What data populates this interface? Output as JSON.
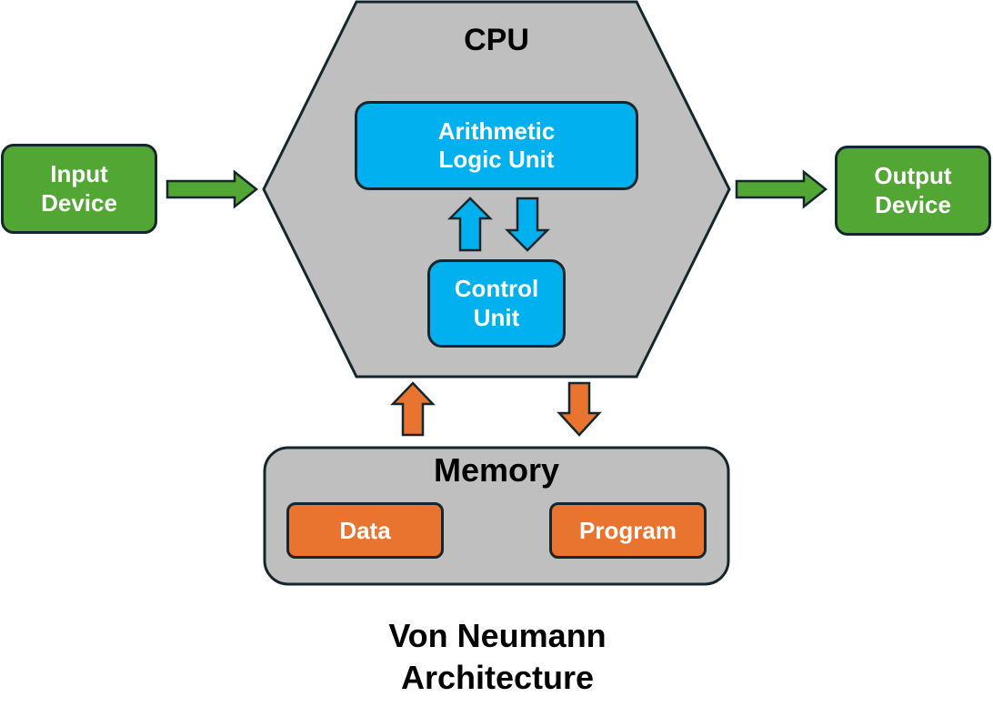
{
  "cpu": {
    "title": "CPU",
    "alu_label": "Arithmetic\nLogic Unit",
    "control_unit_label": "Control\nUnit"
  },
  "input_device": {
    "label": "Input\nDevice"
  },
  "output_device": {
    "label": "Output\nDevice"
  },
  "memory": {
    "title": "Memory",
    "data_label": "Data",
    "program_label": "Program"
  },
  "caption": "Von Neumann\nArchitecture",
  "colors": {
    "cpu_fill": "#bfbfbf",
    "io_green": "#52a634",
    "cpu_unit_blue": "#00b0ef",
    "memory_orange": "#e8742f",
    "outline": "#15272c"
  }
}
